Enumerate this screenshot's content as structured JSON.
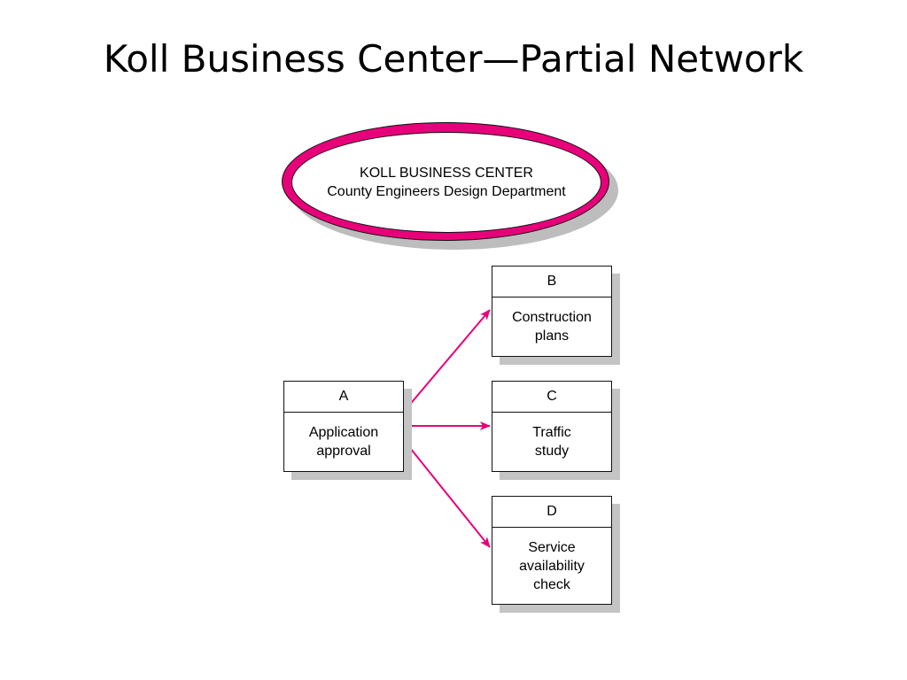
{
  "title": "Koll Business Center—Partial Network",
  "header_ellipse": {
    "line1": "KOLL BUSINESS CENTER",
    "line2": "County Engineers Design Department"
  },
  "colors": {
    "accent": "#e8007a",
    "shadow": "#c4c4c4",
    "border": "#111111"
  },
  "nodes": {
    "A": {
      "id": "A",
      "line1": "Application",
      "line2": "approval"
    },
    "B": {
      "id": "B",
      "line1": "Construction",
      "line2": "plans"
    },
    "C": {
      "id": "C",
      "line1": "Traffic",
      "line2": "study"
    },
    "D": {
      "id": "D",
      "line1": "Service",
      "line2": "availability",
      "line3": "check"
    }
  },
  "edges": [
    {
      "from": "A",
      "to": "B"
    },
    {
      "from": "A",
      "to": "C"
    },
    {
      "from": "A",
      "to": "D"
    }
  ]
}
